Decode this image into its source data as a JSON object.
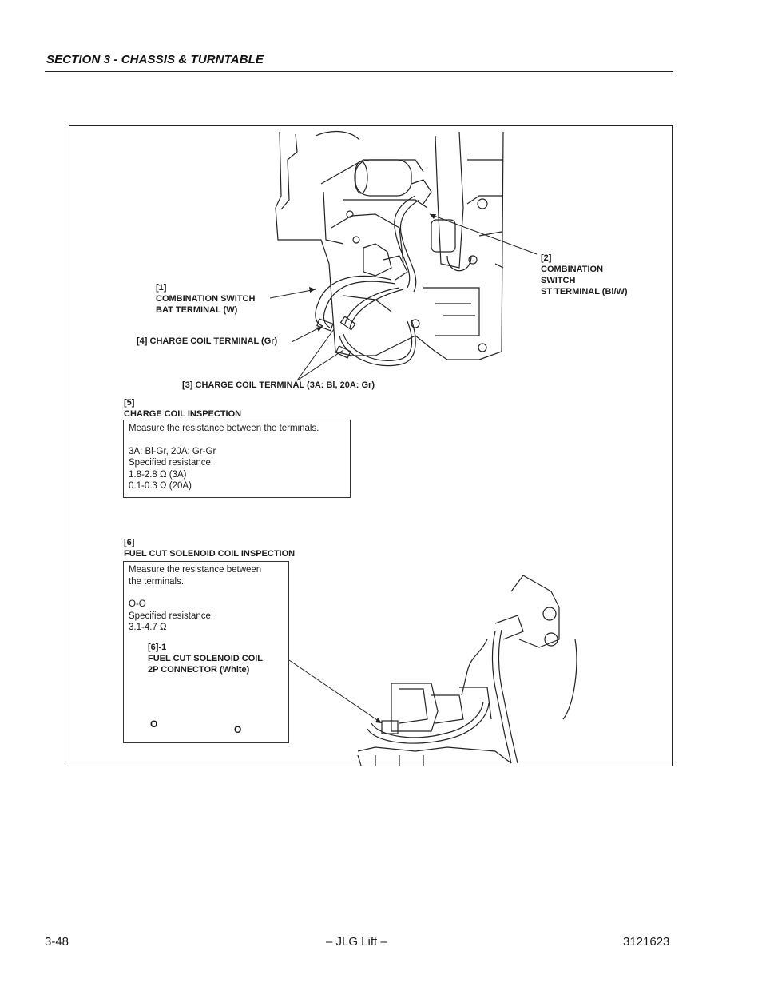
{
  "header": {
    "section_title": "SECTION 3 - CHASSIS & TURNTABLE"
  },
  "figure": {
    "callout_1": {
      "id": "[1]",
      "line1": "COMBINATION SWITCH",
      "line2": "BAT TERMINAL (W)"
    },
    "callout_2": {
      "id": "[2]",
      "line1": "COMBINATION",
      "line2": "SWITCH",
      "line3": "ST TERMINAL (Bl/W)"
    },
    "callout_4": "[4] CHARGE COIL TERMINAL (Gr)",
    "callout_3": "[3] CHARGE COIL TERMINAL (3A: Bl, 20A: Gr)",
    "charge_coil": {
      "id": "[5]",
      "title": "CHARGE COIL INSPECTION",
      "lines": [
        "Measure the resistance between the terminals.",
        "3A: Bl-Gr, 20A: Gr-Gr",
        "Specified resistance:",
        "1.8-2.8 Ω (3A)",
        "0.1-0.3 Ω (20A)"
      ]
    },
    "fuel_cut": {
      "id": "[6]",
      "title": "FUEL CUT SOLENOID COIL INSPECTION",
      "lines": [
        "Measure the resistance between",
        "the terminals.",
        "O-O",
        "Specified resistance:",
        "3.1-4.7 Ω"
      ],
      "connector": {
        "id": "[6]-1",
        "line1": "FUEL CUT SOLENOID COIL",
        "line2": "2P CONNECTOR (White)",
        "terminal_left": "O",
        "terminal_right": "O"
      }
    }
  },
  "footer": {
    "page_number": "3-48",
    "center": "– JLG Lift –",
    "doc_number": "3121623"
  }
}
